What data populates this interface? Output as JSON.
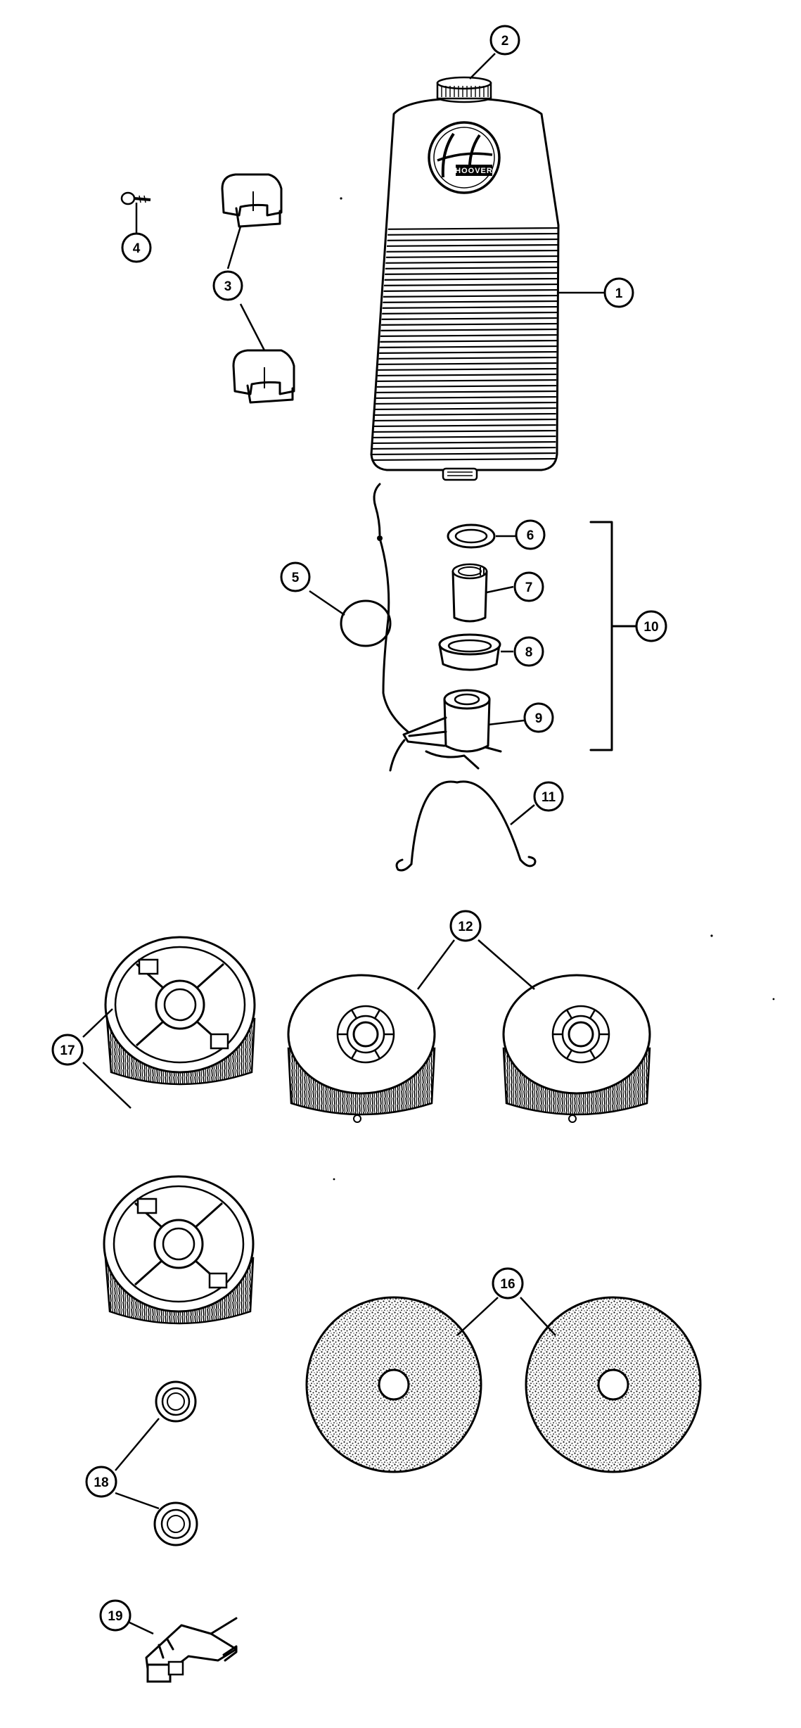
{
  "logo": {
    "text": "HOOVER"
  },
  "callouts": [
    {
      "id": "1",
      "label": "1"
    },
    {
      "id": "2",
      "label": "2"
    },
    {
      "id": "3",
      "label": "3"
    },
    {
      "id": "4",
      "label": "4"
    },
    {
      "id": "5",
      "label": "5"
    },
    {
      "id": "6",
      "label": "6"
    },
    {
      "id": "7",
      "label": "7"
    },
    {
      "id": "8",
      "label": "8"
    },
    {
      "id": "9",
      "label": "9"
    },
    {
      "id": "10",
      "label": "10"
    },
    {
      "id": "11",
      "label": "11"
    },
    {
      "id": "12",
      "label": "12"
    },
    {
      "id": "16",
      "label": "16"
    },
    {
      "id": "17",
      "label": "17"
    },
    {
      "id": "18",
      "label": "18"
    },
    {
      "id": "19",
      "label": "19"
    }
  ]
}
